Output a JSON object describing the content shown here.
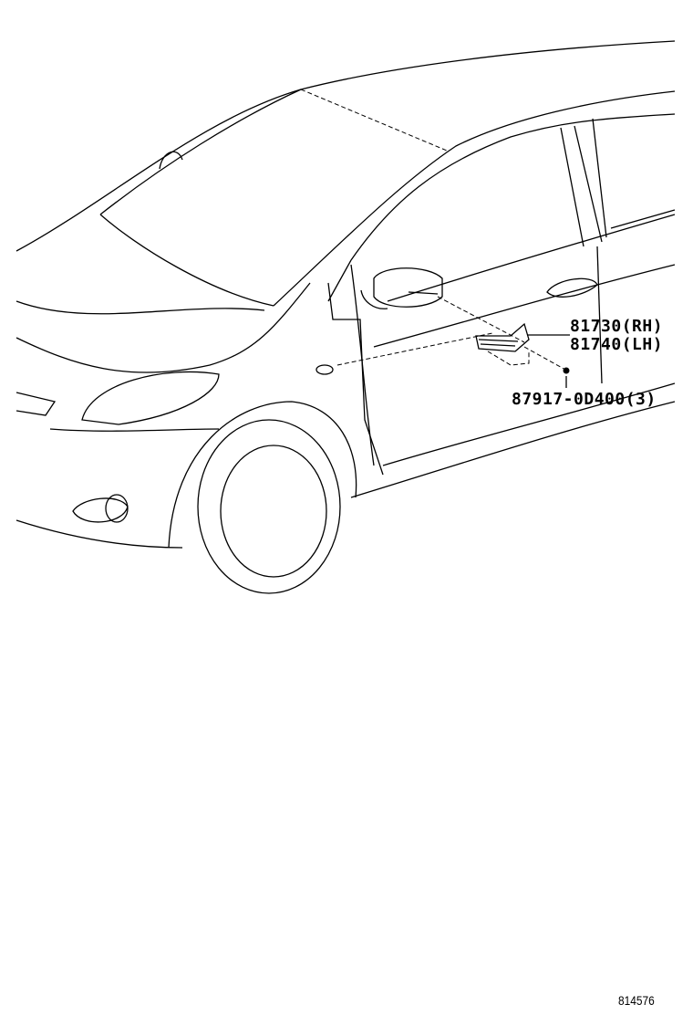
{
  "diagram": {
    "callouts": [
      {
        "part_number": "81730",
        "side": "(RH)"
      },
      {
        "part_number": "81740",
        "side": "(LH)"
      },
      {
        "part_number": "87917-0D400",
        "quantity": "(3)"
      }
    ],
    "illustration_code": "814576"
  }
}
